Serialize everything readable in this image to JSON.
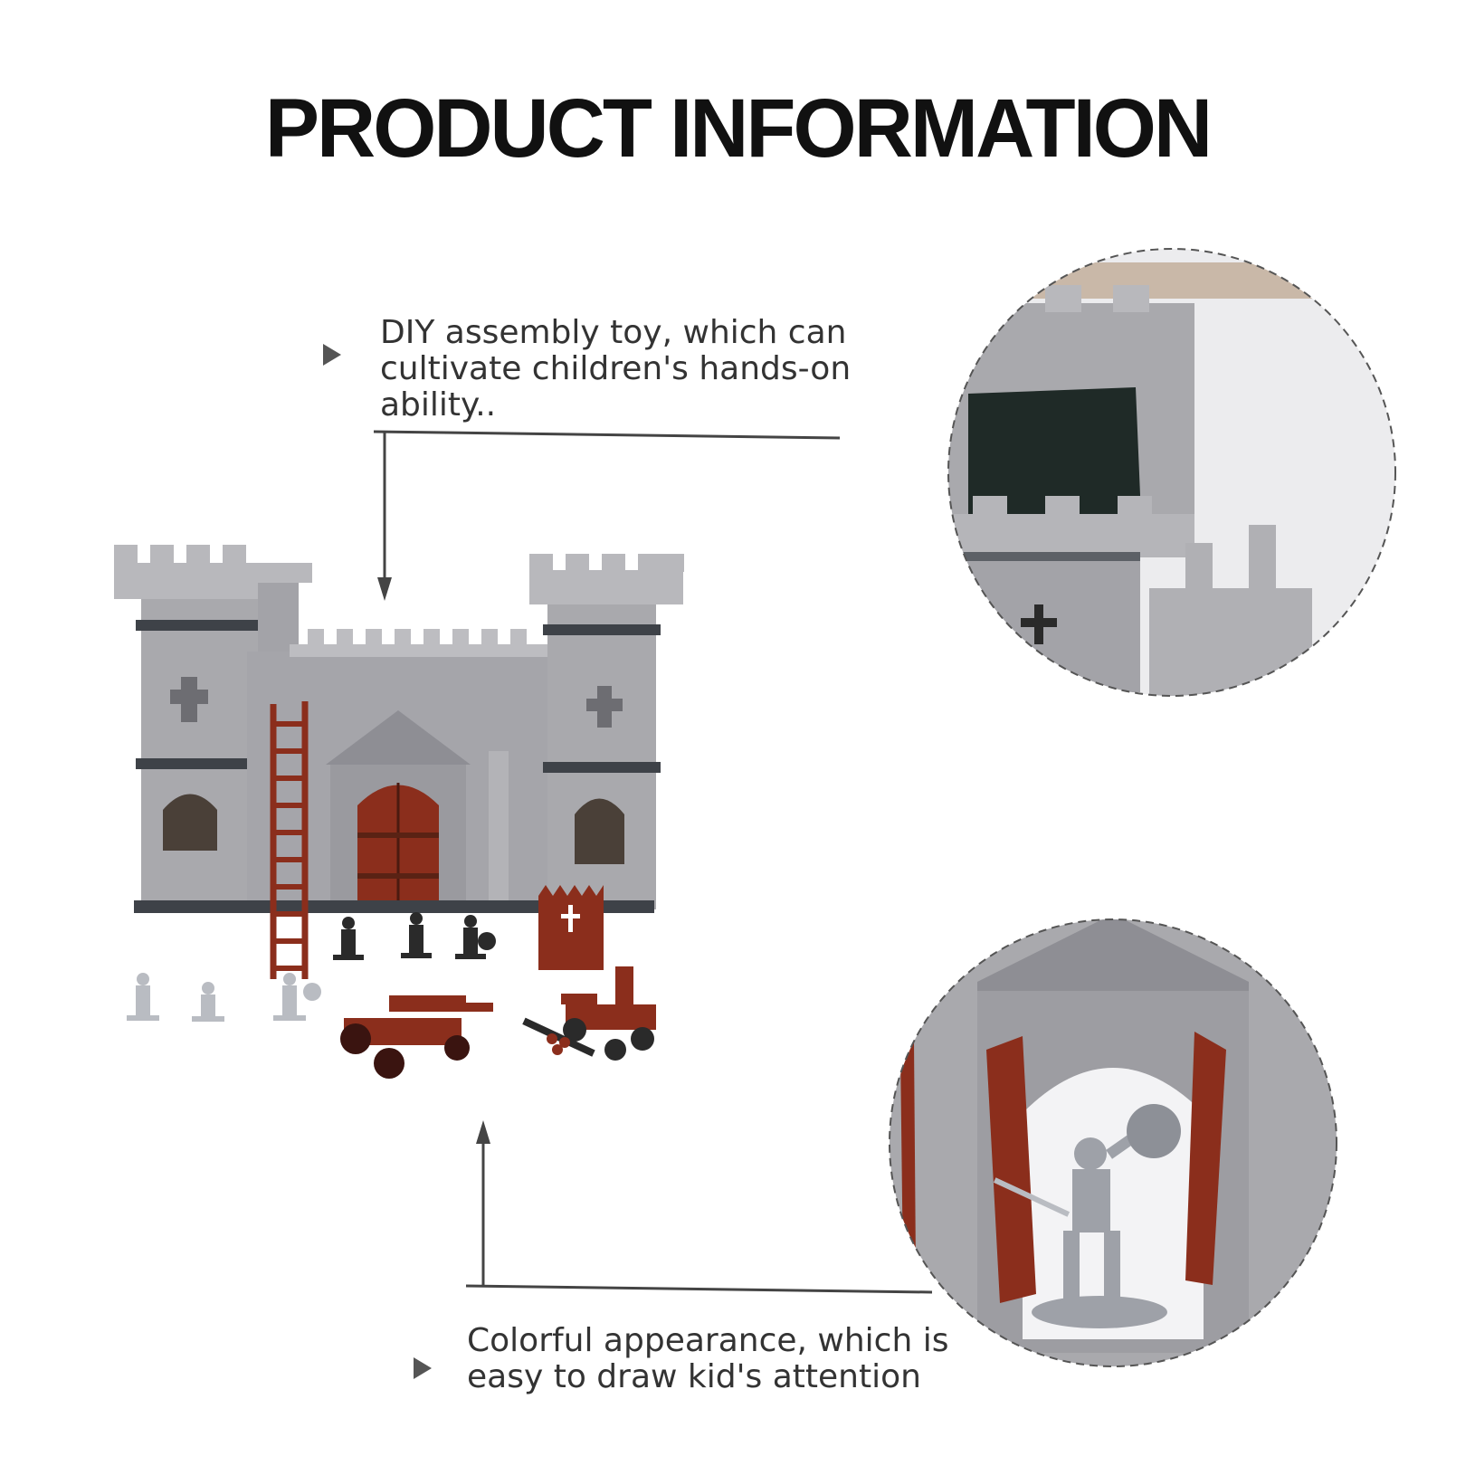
{
  "header": {
    "title": "PRODUCT INFORMATION"
  },
  "features": [
    {
      "lines": [
        "DIY assembly toy, which can",
        "cultivate children's hands-on",
        "ability.."
      ]
    },
    {
      "lines": [
        "Colorful appearance, which is",
        "easy to draw kid's attention"
      ]
    }
  ],
  "colors": {
    "stone": "#a9a9ad",
    "stone_dark": "#7d7d82",
    "wood": "#8b2e1c",
    "figure_black": "#2a2a2a",
    "figure_silver": "#b9bcc2",
    "line": "#444444"
  }
}
